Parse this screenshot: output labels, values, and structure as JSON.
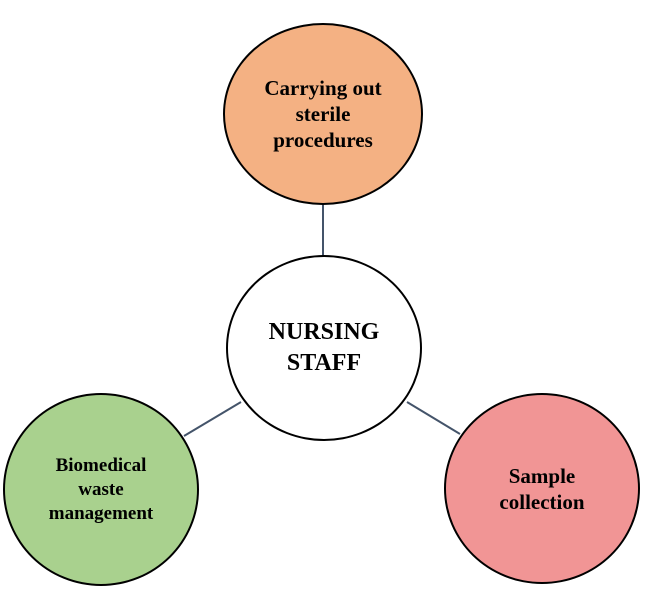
{
  "diagram": {
    "center": {
      "label": "NURSING STAFF",
      "color": "#ffffff"
    },
    "nodes": [
      {
        "id": "top",
        "label": "Carrying out sterile procedures",
        "color": "#f4b183"
      },
      {
        "id": "left",
        "label": "Biomedical waste management",
        "color": "#a9d18e"
      },
      {
        "id": "right",
        "label": "Sample collection",
        "color": "#f19595"
      }
    ],
    "connector_color": "#44546a"
  }
}
